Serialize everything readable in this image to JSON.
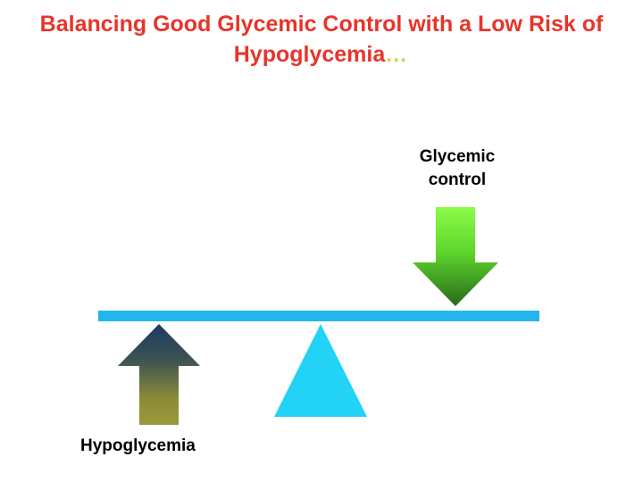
{
  "title": {
    "line1": "Balancing Good Glycemic Control with a Low Risk of",
    "line2": "Hypoglycemia",
    "dots": "…",
    "color": "#e8342a",
    "dots_color": "#d8d14a"
  },
  "diagram": {
    "type": "balance-scale",
    "labels": {
      "right": "Glycemic\ncontrol",
      "left": "Hypoglycemia"
    },
    "elements": {
      "down_arrow": {
        "name": "green-down-arrow",
        "direction": "down",
        "color_top": "#7cf73a",
        "color_bottom": "#2e7d1f"
      },
      "up_arrow": {
        "name": "olive-up-arrow",
        "direction": "up",
        "color_top": "#1f3864",
        "color_bottom": "#8a8a2e"
      },
      "beam": {
        "name": "balance-beam",
        "color": "#23b6ec"
      },
      "fulcrum": {
        "name": "fulcrum-triangle",
        "color": "#22d3f5"
      }
    }
  }
}
